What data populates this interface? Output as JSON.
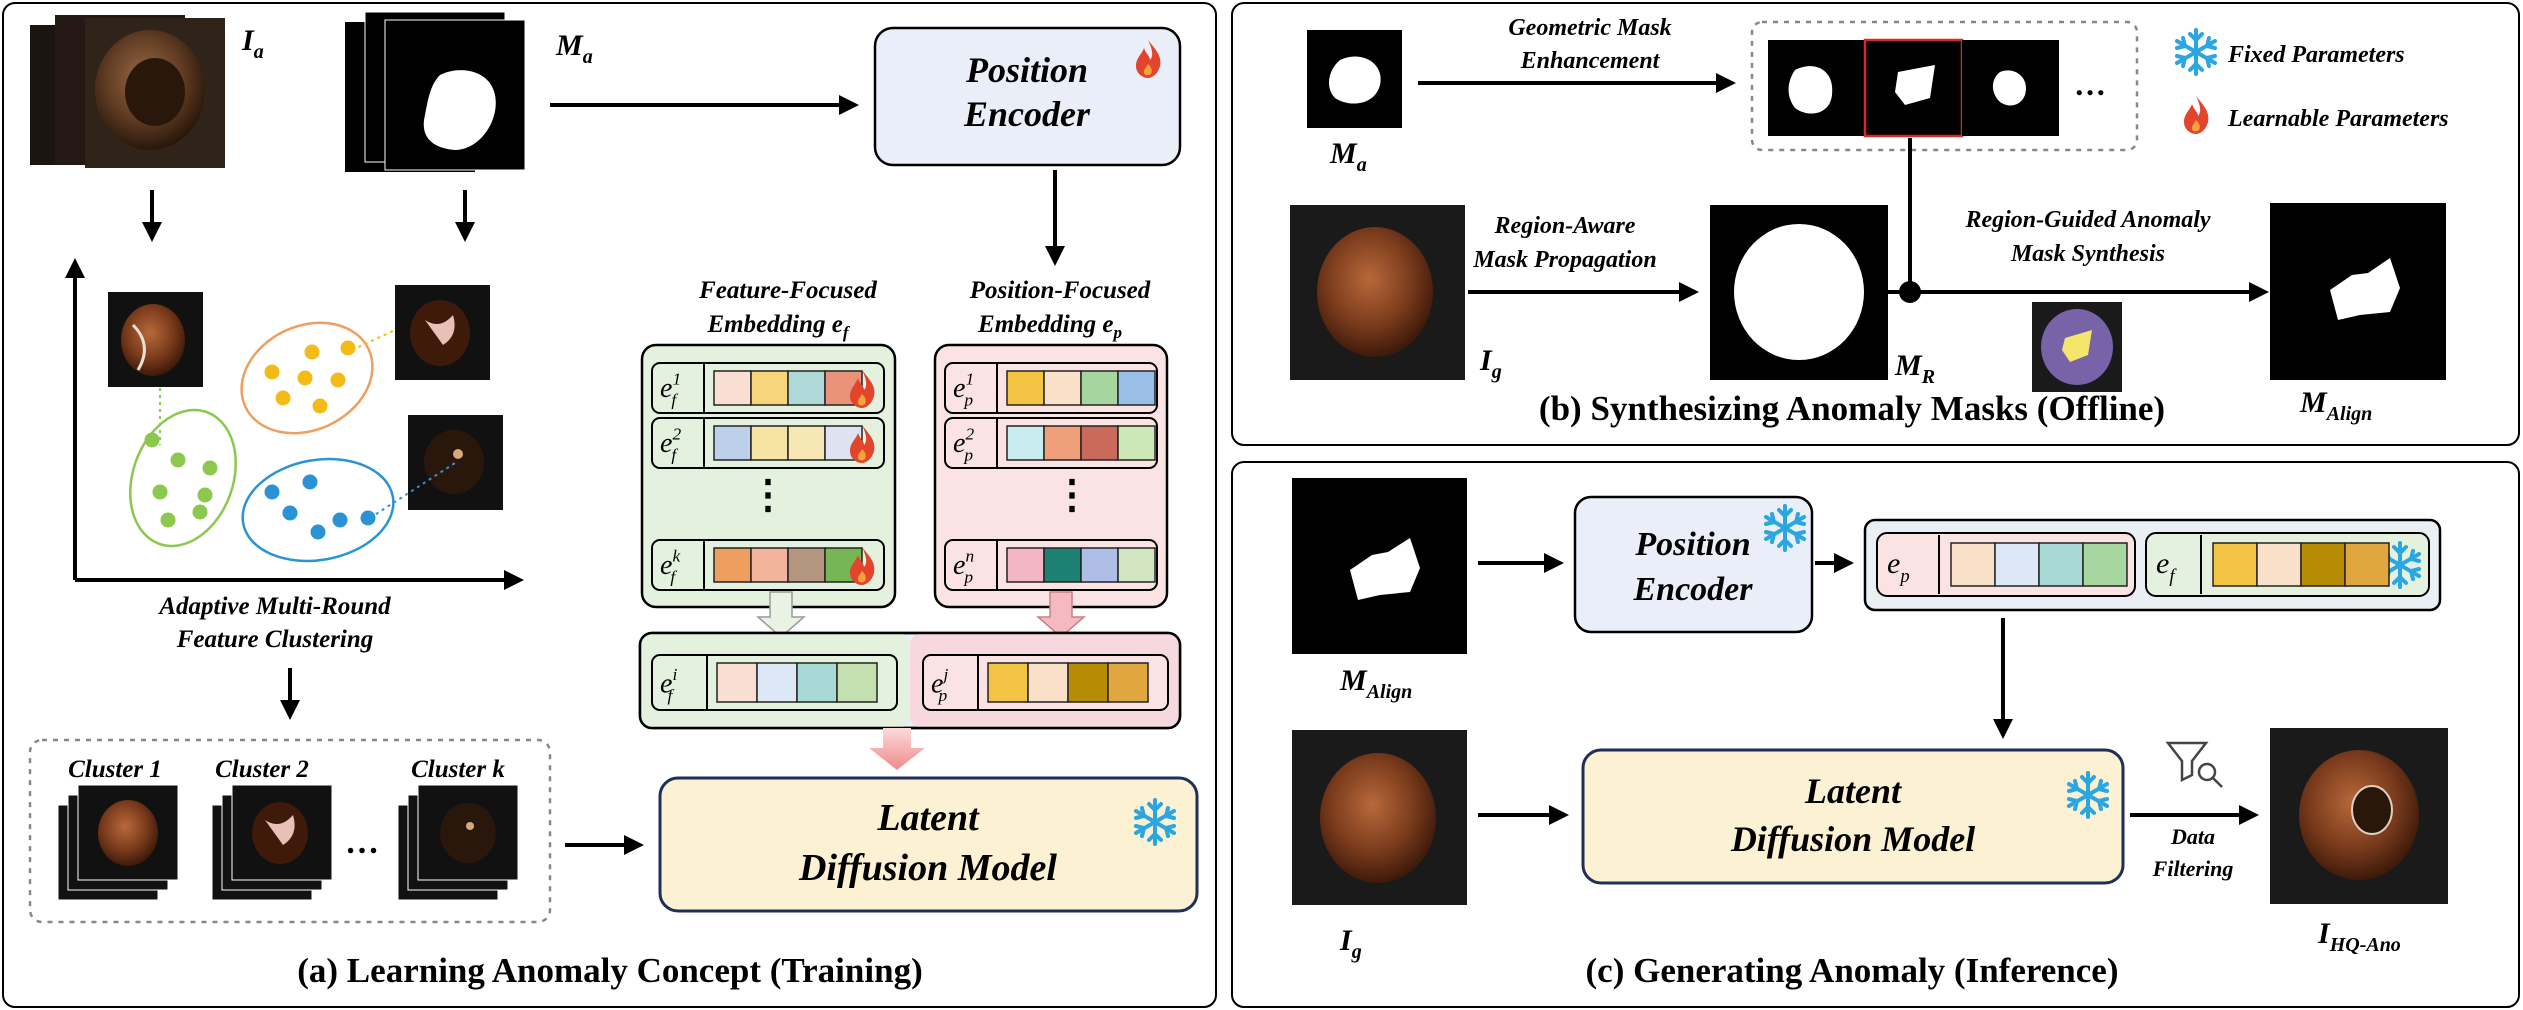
{
  "panels": {
    "a": {
      "caption": "(a) Learning Anomaly Concept (Training)"
    },
    "b": {
      "caption": "(b) Synthesizing Anomaly Masks (Offline)"
    },
    "c": {
      "caption": "(c) Generating Anomaly (Inference)"
    }
  },
  "panel_a": {
    "image_label": "I",
    "image_label_sub": "a",
    "mask_label": "M",
    "mask_label_sub": "a",
    "position_encoder": [
      "Position",
      "Encoder"
    ],
    "feature_embedding_title": [
      "Feature-Focused",
      "Embedding e"
    ],
    "feature_embedding_sub": "f",
    "position_embedding_title": [
      "Position-Focused",
      "Embedding e"
    ],
    "position_embedding_sub": "p",
    "feature_rows": [
      {
        "base": "e",
        "sub": "f",
        "sup": "1",
        "colors": [
          "#f9ded3",
          "#f7d57a",
          "#aed9d6",
          "#e9937a"
        ]
      },
      {
        "base": "e",
        "sub": "f",
        "sup": "2",
        "colors": [
          "#bcd0ec",
          "#f7e3a3",
          "#f6e8b4",
          "#dde3f0"
        ]
      },
      {
        "base": "e",
        "sub": "f",
        "sup": "k",
        "colors": [
          "#ee9f5f",
          "#f2b49d",
          "#b39580",
          "#76b655"
        ]
      }
    ],
    "position_rows": [
      {
        "base": "e",
        "sub": "p",
        "sup": "1",
        "colors": [
          "#f3c443",
          "#f9e0c8",
          "#a7d5a0",
          "#9bbfe6"
        ]
      },
      {
        "base": "e",
        "sub": "p",
        "sup": "2",
        "colors": [
          "#c8ecf0",
          "#efa07a",
          "#c96a5a",
          "#cde8b6"
        ]
      },
      {
        "base": "e",
        "sub": "p",
        "sup": "n",
        "colors": [
          "#f2b6c4",
          "#1e7f73",
          "#aebee6",
          "#d1e5c2"
        ]
      }
    ],
    "selected_feature": {
      "base": "e",
      "sub": "f",
      "sup": "i",
      "colors": [
        "#f9ded3",
        "#dce8f5",
        "#a8d9d5",
        "#c5e0b0"
      ]
    },
    "selected_position": {
      "base": "e",
      "sub": "p",
      "sup": "j",
      "colors": [
        "#f3c443",
        "#f9e0c8",
        "#b68b06",
        "#e0a640"
      ]
    },
    "vertical_dots": "⋮",
    "clustering_label": [
      "Adaptive Multi-Round",
      "Feature Clustering"
    ],
    "clusters": [
      "Cluster 1",
      "Cluster 2",
      "Cluster k"
    ],
    "cluster_ellipsis": "…",
    "ldm": [
      "Latent",
      "Diffusion Model"
    ]
  },
  "panel_b": {
    "mask_label": "M",
    "mask_label_sub": "a",
    "geometric": [
      "Geometric Mask",
      "Enhancement"
    ],
    "legend_fixed": "Fixed Parameters",
    "legend_learnable": "Learnable Parameters",
    "region_aware": [
      "Region-Aware",
      "Mask Propagation"
    ],
    "region_guided": [
      "Region-Guided Anomaly",
      "Mask Synthesis"
    ],
    "image_label": "I",
    "image_label_sub": "g",
    "mr_label": "M",
    "mr_label_sub": "R",
    "align_label": "M",
    "align_label_sub": "Align",
    "ellipsis": "…"
  },
  "panel_c": {
    "align_label": "M",
    "align_label_sub": "Align",
    "image_label": "I",
    "image_label_sub": "g",
    "position_encoder": [
      "Position",
      "Encoder"
    ],
    "ep": {
      "base": "e",
      "sub": "p",
      "colors": [
        "#f9e0c8",
        "#dce8f5",
        "#a8d9d5",
        "#a8d6a0"
      ]
    },
    "ef": {
      "base": "e",
      "sub": "f",
      "colors": [
        "#f3c443",
        "#f9e0c8",
        "#b68b06",
        "#e0a640"
      ]
    },
    "ldm": [
      "Latent",
      "Diffusion Model"
    ],
    "filtering": [
      "Data",
      "Filtering"
    ],
    "output_label": "I",
    "output_label_sub": "HQ-Ano"
  },
  "colors": {
    "encoder_fill": "#e9eef8",
    "ldm_fill": "#fcf1d2",
    "ldm_stroke": "#1f2f56",
    "feature_panel": "#e4f1df",
    "position_panel": "#fbe3e4",
    "snow": "#2ba6e0",
    "fire": "#e2452c",
    "cluster_green": "#8cc84e",
    "cluster_yellow": "#f2bb18",
    "cluster_blue": "#2a93d5",
    "hazelnut": "#7a3b1c"
  }
}
